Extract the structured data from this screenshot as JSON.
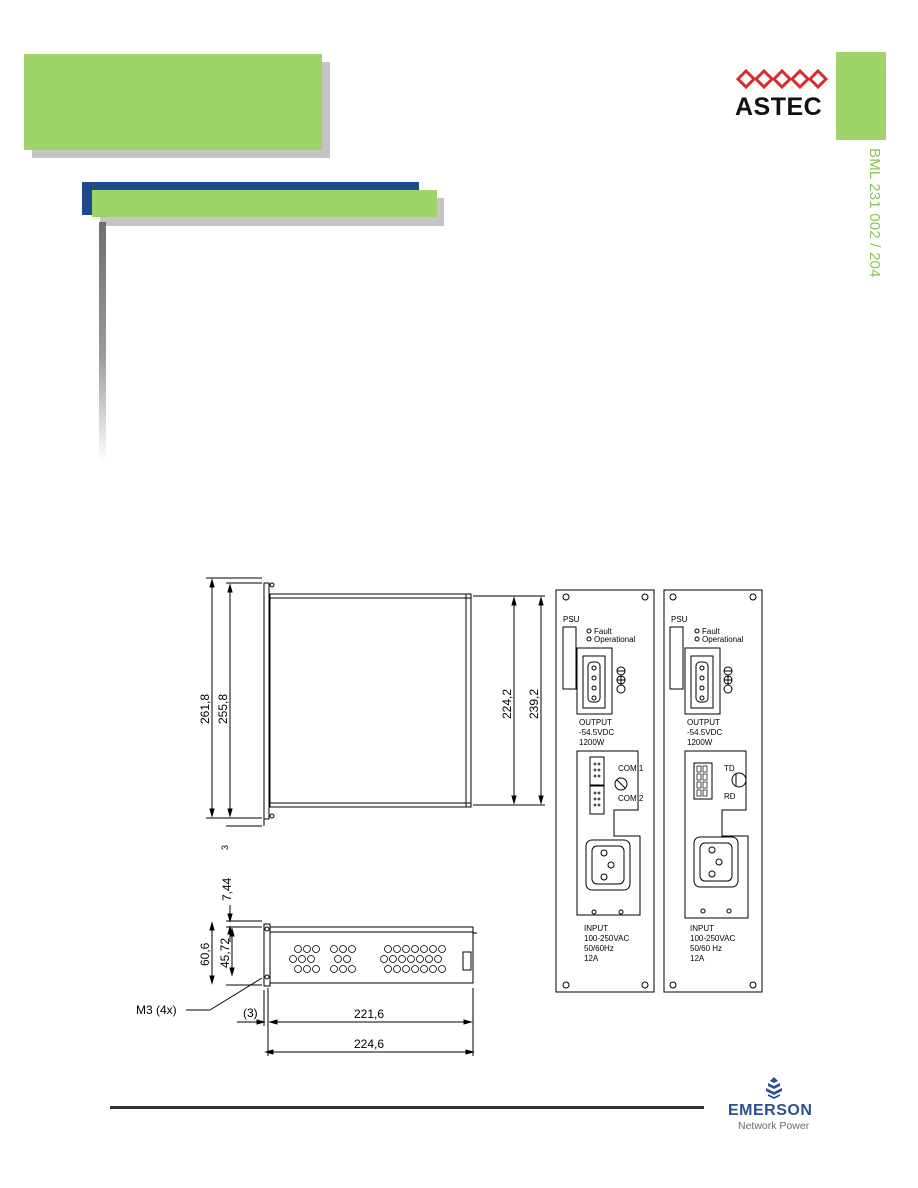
{
  "header": {
    "side_code": "BML 231 002 / 204",
    "astec_logo_text": "ASTEC",
    "colors": {
      "green": "#9ed36a",
      "blue": "#1d4a8a",
      "red": "#d92b2b",
      "shadow": "#c4c4c4"
    }
  },
  "drawing": {
    "dims": {
      "h_261": "261,8",
      "h_255": "255,8",
      "h_3": "3",
      "d_224": "224,2",
      "d_239": "239,2",
      "w_744": "7,44",
      "w_606": "60,6",
      "w_4572": "45,72",
      "m3": "M3 (4x)",
      "paren3": "(3)",
      "l_2216": "221,6",
      "l_2246": "224,6"
    },
    "panel1": {
      "psu": "PSU",
      "fault": "Fault",
      "operational": "Operational",
      "output": [
        "OUTPUT",
        "-54.5VDC",
        "1200W"
      ],
      "com1": "COM 1",
      "com2": "COM 2",
      "input": [
        "INPUT",
        "100-250VAC",
        "50/60Hz",
        "12A"
      ]
    },
    "panel2": {
      "psu": "PSU",
      "fault": "Fault",
      "operational": "Operational",
      "output": [
        "OUTPUT",
        "-54.5VDC",
        "1200W"
      ],
      "td": "TD",
      "rd": "RD",
      "input": [
        "INPUT",
        "100-250VAC",
        "50/60 Hz",
        "12A"
      ]
    }
  },
  "footer": {
    "brand": "EMERSON",
    "division": "Network Power"
  }
}
